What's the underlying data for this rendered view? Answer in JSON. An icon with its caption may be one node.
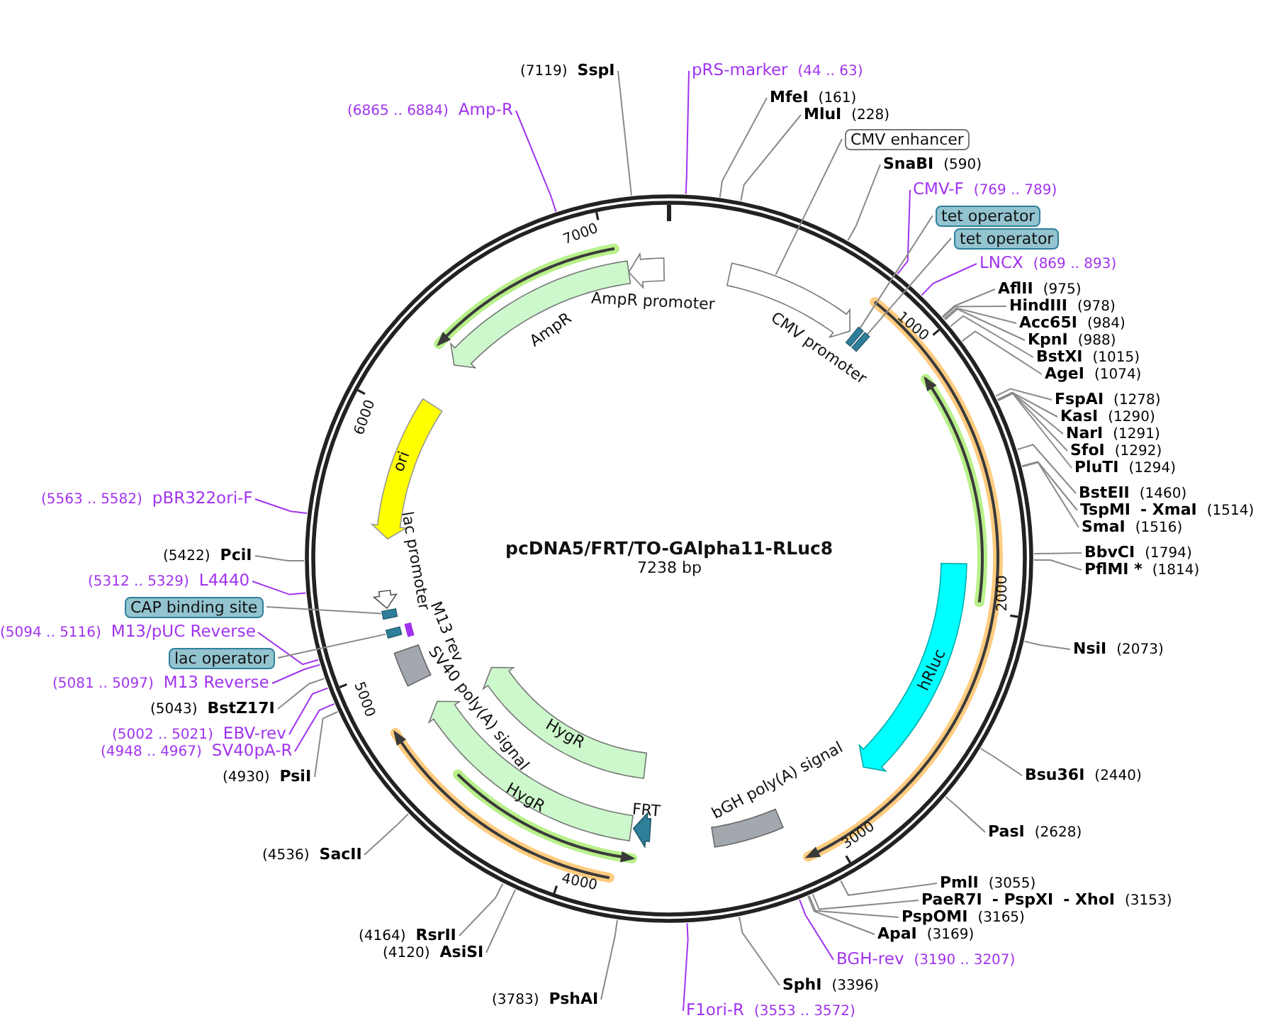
{
  "diagram": {
    "title": "pcDNA5/FRT/TO-GAlpha11-RLuc8",
    "nodes": [
      {
        "text": [
          "(7119)",
          "SspI"
        ]
      },
      {
        "text": [
          "(6865 .. 6884)",
          "Amp-R"
        ]
      },
      {
        "text": [
          "pRS-marker",
          "(44 .. 63)"
        ]
      },
      {
        "text": [
          "MfeI",
          "(161)"
        ]
      },
      {
        "text": [
          "MluI",
          "(228)"
        ]
      },
      {
        "text": [
          "CMV enhancer"
        ]
      },
      {
        "text": [
          "SnaBI",
          "(590)"
        ]
      },
      {
        "text": [
          "CMV-F",
          "(769 .. 789)"
        ]
      },
      {
        "text": [
          "tet operator"
        ]
      },
      {
        "text": [
          "tet operator"
        ]
      },
      {
        "text": [
          "LNCX",
          "(869 .. 893)"
        ]
      },
      {
        "text": [
          "AflII",
          "(975)"
        ]
      },
      {
        "text": [
          "HindIII",
          "(978)"
        ]
      },
      {
        "text": [
          "Acc65I",
          "(984)"
        ]
      },
      {
        "text": [
          "KpnI",
          "(988)"
        ]
      },
      {
        "text": [
          "BstXI",
          "(1015)"
        ]
      },
      {
        "text": [
          "AgeI",
          "(1074)"
        ]
      },
      {
        "text": [
          "FspAI",
          "(1278)"
        ]
      },
      {
        "text": [
          "KasI",
          "(1290)"
        ]
      },
      {
        "text": [
          "NarI",
          "(1291)"
        ]
      },
      {
        "text": [
          "SfoI",
          "(1292)"
        ]
      },
      {
        "text": [
          "PluTI",
          "(1294)"
        ]
      },
      {
        "text": [
          "BstEII",
          "(1460)"
        ]
      },
      {
        "text": [
          "TspMI",
          "- XmaI",
          "(1514)"
        ]
      },
      {
        "text": [
          "SmaI",
          "(1516)"
        ]
      },
      {
        "text": [
          "BbvCI",
          "(1794)"
        ]
      },
      {
        "text": [
          "PflMI *",
          "(1814)"
        ]
      },
      {
        "text": [
          "NsiI",
          "(2073)"
        ]
      },
      {
        "text": [
          "Bsu36I",
          "(2440)"
        ]
      },
      {
        "text": [
          "PasI",
          "(2628)"
        ]
      },
      {
        "text": [
          "PmlI",
          "(3055)"
        ]
      },
      {
        "text": [
          "PaeR7I",
          "- PspXI",
          "- XhoI",
          "(3153)"
        ]
      },
      {
        "text": [
          "PspOMI",
          "(3165)"
        ]
      },
      {
        "text": [
          "ApaI",
          "(3169)"
        ]
      },
      {
        "text": [
          "BGH-rev",
          "(3190 .. 3207)"
        ]
      },
      {
        "text": [
          "SphI",
          "(3396)"
        ]
      },
      {
        "text": [
          "F1ori-R",
          "(3553 .. 3572)"
        ]
      },
      {
        "text": [
          "(5563 .. 5582)",
          "pBR322ori-F"
        ]
      },
      {
        "text": [
          "(5422)",
          "PciI"
        ]
      },
      {
        "text": [
          "(5312 .. 5329)",
          "L4440"
        ]
      },
      {
        "text": [
          "CAP binding site"
        ]
      },
      {
        "text": [
          "(5094 .. 5116)",
          "M13/pUC Reverse"
        ]
      },
      {
        "text": [
          "lac operator"
        ]
      },
      {
        "text": [
          "(5081 .. 5097)",
          "M13 Reverse"
        ]
      },
      {
        "text": [
          "(5043)",
          "BstZ17I"
        ]
      },
      {
        "text": [
          "(5002 .. 5021)",
          "EBV-rev"
        ]
      },
      {
        "text": [
          "(4948 .. 4967)",
          "SV40pA-R"
        ]
      },
      {
        "text": [
          "(4930)",
          "PsiI"
        ]
      },
      {
        "text": [
          "(4536)",
          "SacII"
        ]
      },
      {
        "text": [
          "(4164)",
          "RsrII"
        ]
      },
      {
        "text": [
          "(4120)",
          "AsiSI"
        ]
      },
      {
        "text": [
          "(3783)",
          "PshAI"
        ]
      },
      {
        "text": [
          "AmpR promoter"
        ]
      },
      {
        "text": [
          "AmpR"
        ]
      },
      {
        "text": [
          "CMV promoter"
        ]
      },
      {
        "text": [],
        "shape": "box"
      },
      {
        "text": [],
        "shape": "box"
      },
      {
        "text": [
          "ori"
        ]
      },
      {
        "text": [
          "lac promoter"
        ]
      },
      {
        "text": [],
        "shape": "box"
      },
      {
        "text": [],
        "shape": "box"
      },
      {
        "text": [
          "M13 rev"
        ]
      },
      {
        "text": [
          "SV40 poly(A) signal"
        ]
      },
      {
        "text": [
          "HygR"
        ]
      },
      {
        "text": [
          "hRluc"
        ]
      },
      {
        "text": [
          "HygR"
        ]
      },
      {
        "text": [
          "FRT"
        ]
      },
      {
        "text": [
          "bGH poly(A) signal"
        ]
      }
    ],
    "edges": [
      {
        "from": 0,
        "to": null,
        "arrow": "none"
      },
      {
        "from": 1,
        "to": null,
        "arrow": "none",
        "color": "#a033ee"
      },
      {
        "from": 2,
        "to": null,
        "arrow": "none",
        "color": "#a033ee"
      },
      {
        "from": 3,
        "to": null,
        "arrow": "none"
      },
      {
        "from": 4,
        "to": null,
        "arrow": "none"
      },
      {
        "from": 5,
        "to": 54,
        "arrow": "none"
      },
      {
        "from": 6,
        "to": null,
        "arrow": "none"
      },
      {
        "from": 7,
        "to": null,
        "arrow": "none",
        "color": "#a033ee"
      },
      {
        "from": 8,
        "to": 55,
        "arrow": "none"
      },
      {
        "from": 9,
        "to": 56,
        "arrow": "none"
      },
      {
        "from": 10,
        "to": null,
        "arrow": "none",
        "color": "#a033ee"
      },
      {
        "from": 11,
        "to": null,
        "arrow": "none"
      },
      {
        "from": 12,
        "to": null,
        "arrow": "none"
      },
      {
        "from": 13,
        "to": null,
        "arrow": "none"
      },
      {
        "from": 14,
        "to": null,
        "arrow": "none"
      },
      {
        "from": 15,
        "to": null,
        "arrow": "none"
      },
      {
        "from": 16,
        "to": null,
        "arrow": "none"
      },
      {
        "from": 17,
        "to": null,
        "arrow": "none"
      },
      {
        "from": 18,
        "to": null,
        "arrow": "none"
      },
      {
        "from": 19,
        "to": null,
        "arrow": "none"
      },
      {
        "from": 20,
        "to": null,
        "arrow": "none"
      },
      {
        "from": 21,
        "to": null,
        "arrow": "none"
      },
      {
        "from": 22,
        "to": null,
        "arrow": "none"
      },
      {
        "from": 23,
        "to": null,
        "arrow": "none"
      },
      {
        "from": 24,
        "to": null,
        "arrow": "none"
      },
      {
        "from": 25,
        "to": null,
        "arrow": "none"
      },
      {
        "from": 26,
        "to": null,
        "arrow": "none"
      },
      {
        "from": 27,
        "to": null,
        "arrow": "none"
      },
      {
        "from": 28,
        "to": null,
        "arrow": "none"
      },
      {
        "from": 29,
        "to": null,
        "arrow": "none"
      },
      {
        "from": 30,
        "to": null,
        "arrow": "none"
      },
      {
        "from": 31,
        "to": null,
        "arrow": "none"
      },
      {
        "from": 32,
        "to": null,
        "arrow": "none"
      },
      {
        "from": 33,
        "to": null,
        "arrow": "none"
      },
      {
        "from": 34,
        "to": null,
        "arrow": "none",
        "color": "#a033ee"
      },
      {
        "from": 35,
        "to": null,
        "arrow": "none"
      },
      {
        "from": 36,
        "to": null,
        "arrow": "none",
        "color": "#a033ee"
      },
      {
        "from": 37,
        "to": null,
        "arrow": "none",
        "color": "#a033ee"
      },
      {
        "from": 38,
        "to": null,
        "arrow": "none"
      },
      {
        "from": 39,
        "to": null,
        "arrow": "none",
        "color": "#a033ee"
      },
      {
        "from": 40,
        "to": 59,
        "arrow": "none"
      },
      {
        "from": 41,
        "to": null,
        "arrow": "none",
        "color": "#a033ee"
      },
      {
        "from": 42,
        "to": 60,
        "arrow": "none"
      },
      {
        "from": 43,
        "to": null,
        "arrow": "none",
        "color": "#a033ee"
      },
      {
        "from": 44,
        "to": null,
        "arrow": "none"
      },
      {
        "from": 45,
        "to": null,
        "arrow": "none",
        "color": "#a033ee"
      },
      {
        "from": 46,
        "to": null,
        "arrow": "none",
        "color": "#a033ee"
      },
      {
        "from": 47,
        "to": null,
        "arrow": "none"
      },
      {
        "from": 48,
        "to": null,
        "arrow": "none"
      },
      {
        "from": 49,
        "to": null,
        "arrow": "none"
      },
      {
        "from": 50,
        "to": null,
        "arrow": "none"
      },
      {
        "from": 51,
        "to": null,
        "arrow": "none"
      }
    ],
    "labels": [
      "7238 bp",
      "1000",
      "2000",
      "3000",
      "4000",
      "5000",
      "6000",
      "7000"
    ]
  }
}
